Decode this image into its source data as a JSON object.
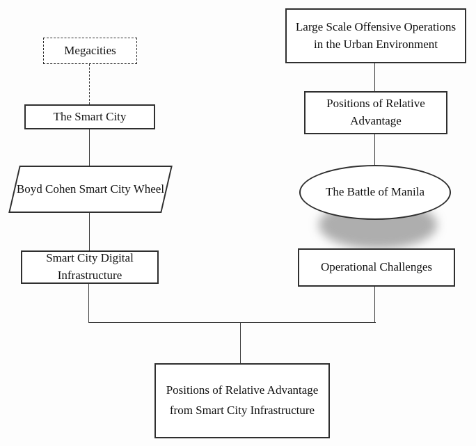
{
  "nodes": {
    "megacities": {
      "label": "Megacities",
      "shape": "dashed-rectangle"
    },
    "smart_city": {
      "label": "The Smart City",
      "shape": "rectangle"
    },
    "boyd_cohen_wheel": {
      "label": "Boyd Cohen Smart City Wheel",
      "shape": "parallelogram"
    },
    "smart_city_infrastructure": {
      "label": "Smart City Digital Infrastructure",
      "shape": "rectangle"
    },
    "large_scale_ops": {
      "label": "Large Scale Offensive Operations in the Urban Environment",
      "shape": "rectangle"
    },
    "positions_advantage": {
      "label": "Positions of Relative Advantage",
      "shape": "rectangle"
    },
    "battle_of_manila": {
      "label": "The Battle of Manila",
      "shape": "ellipse-with-shadow"
    },
    "operational_challenges": {
      "label": "Operational Challenges",
      "shape": "rectangle"
    },
    "positions_from_infrastructure": {
      "label": "Positions of Relative Advantage from Smart City Infrastructure",
      "shape": "rectangle"
    }
  },
  "edges": [
    {
      "from": "megacities",
      "to": "smart_city",
      "style": "dashed"
    },
    {
      "from": "smart_city",
      "to": "boyd_cohen_wheel",
      "style": "solid"
    },
    {
      "from": "boyd_cohen_wheel",
      "to": "smart_city_infrastructure",
      "style": "solid"
    },
    {
      "from": "large_scale_ops",
      "to": "positions_advantage",
      "style": "solid"
    },
    {
      "from": "positions_advantage",
      "to": "battle_of_manila",
      "style": "solid"
    },
    {
      "from": "smart_city_infrastructure",
      "to": "positions_from_infrastructure",
      "style": "solid"
    },
    {
      "from": "operational_challenges",
      "to": "positions_from_infrastructure",
      "style": "solid"
    }
  ],
  "colors": {
    "background": "#fdfdfd",
    "node_fill": "#ffffff",
    "border": "#2f2f2f",
    "text": "#111111",
    "shadow": "#6e6e6e"
  }
}
